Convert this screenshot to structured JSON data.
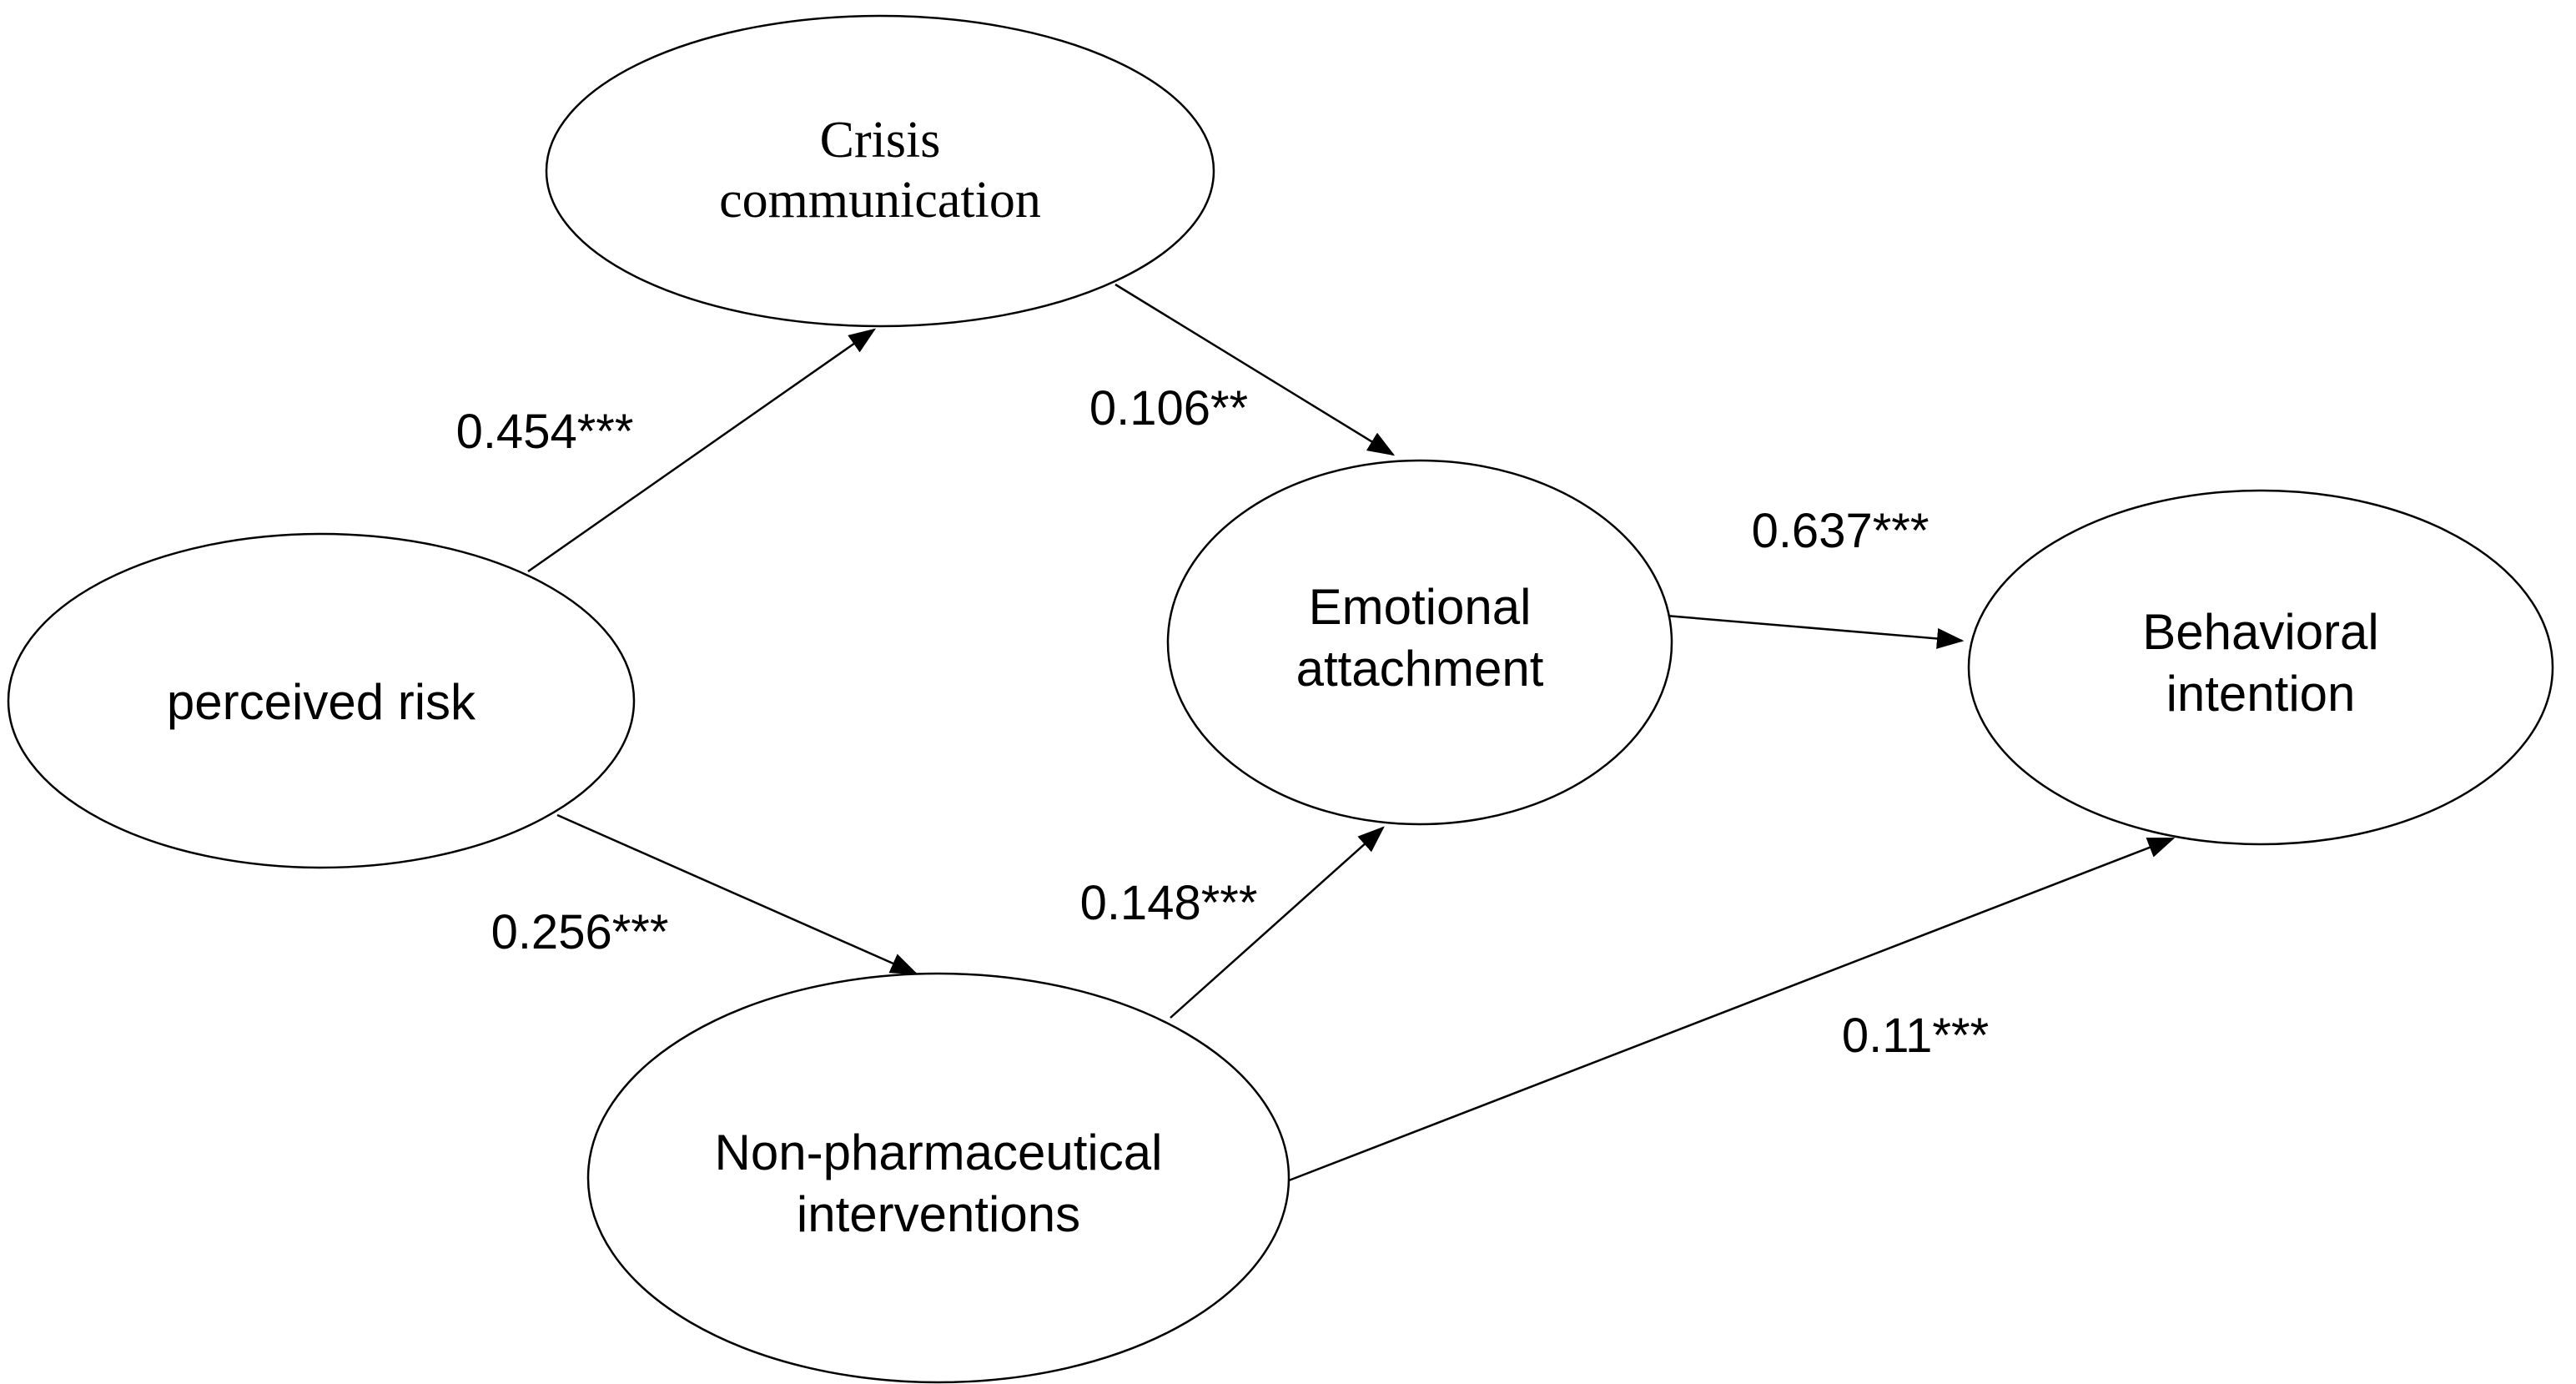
{
  "diagram": {
    "type": "structural-path-model",
    "background_color": "#ffffff",
    "line_color": "#000000",
    "nodes": {
      "crisis": {
        "line1": "Crisis",
        "line2": "communication"
      },
      "perceived": {
        "line1": "perceived risk"
      },
      "emotional": {
        "line1": "Emotional",
        "line2": "attachment"
      },
      "behavioral": {
        "line1": "Behavioral",
        "line2": "intention"
      },
      "npi": {
        "line1": "Non-pharmaceutical",
        "line2": "interventions"
      }
    },
    "edges": {
      "pr_cc": {
        "from": "perceived risk",
        "to": "Crisis communication",
        "label": "0.454***"
      },
      "cc_ea": {
        "from": "Crisis communication",
        "to": "Emotional attachment",
        "label": "0.106**"
      },
      "pr_npi": {
        "from": "perceived risk",
        "to": "Non-pharmaceutical interventions",
        "label": "0.256***"
      },
      "npi_ea": {
        "from": "Non-pharmaceutical interventions",
        "to": "Emotional attachment",
        "label": "0.148***"
      },
      "ea_bi": {
        "from": "Emotional attachment",
        "to": "Behavioral intention",
        "label": "0.637***"
      },
      "npi_bi": {
        "from": "Non-pharmaceutical interventions",
        "to": "Behavioral intention",
        "label": "0.11***"
      }
    }
  }
}
